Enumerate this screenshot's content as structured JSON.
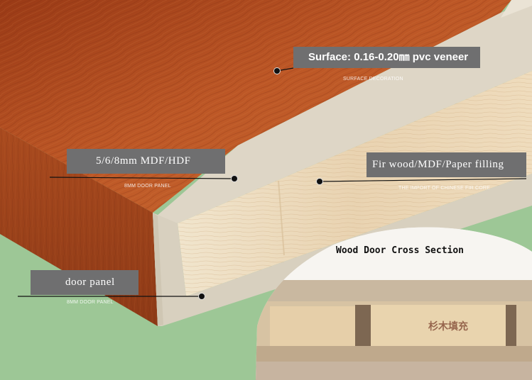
{
  "labels": {
    "surface": "Surface: 0.16-0.20㎜ pvc veneer",
    "surface_sub": "SURFACE DECORATION",
    "mdf": "5/6/8mm MDF/HDF",
    "mdf_sub": "8MM DOOR PANEL",
    "fir": "Fir wood/MDF/Paper filling",
    "fir_sub": "THE IMPORT OF CHINESE FIR CORE",
    "door": "door panel",
    "door_sub": "8MM DOOR PANEL"
  },
  "inset": {
    "title": "Wood Door Cross Section",
    "fir_text": "杉木填充"
  },
  "colors": {
    "background": "#9dc796",
    "veneer": "#b54f22",
    "veneer_dark": "#8f3717",
    "mdf_edge": "#e3dccd",
    "fir_core": "#ead6b7",
    "label_box": "#6f6f70"
  }
}
